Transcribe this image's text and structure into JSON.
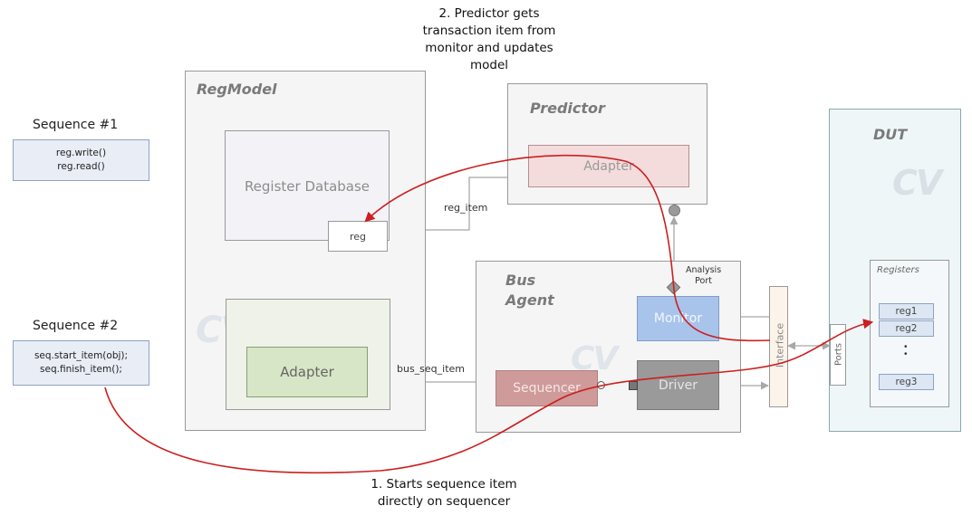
{
  "notes": {
    "top": [
      "2. Predictor gets",
      "transaction item from",
      "monitor and updates",
      "model"
    ],
    "bottom": [
      "1. Starts sequence item",
      "directly on sequencer"
    ]
  },
  "sequence1": {
    "label": "Sequence #1",
    "lines": [
      "reg.write()",
      "reg.read()"
    ]
  },
  "sequence2": {
    "label": "Sequence #2",
    "lines": [
      "seq.start_item(obj);",
      "seq.finish_item();"
    ]
  },
  "regmodel": {
    "title": "RegModel",
    "register_database": "Register Database",
    "reg": "reg",
    "adapter": "Adapter"
  },
  "predictor": {
    "title": "Predictor",
    "adapter": "Adapter"
  },
  "bus_agent": {
    "title_line1": "Bus",
    "title_line2": "Agent",
    "monitor": "Monitor",
    "sequencer": "Sequencer",
    "driver": "Driver",
    "analysis_port_line1": "Analysis",
    "analysis_port_line2": "Port"
  },
  "interface": "Interface",
  "ports": "Ports",
  "dut": {
    "title": "DUT",
    "registers_title": "Registers",
    "reg1": "reg1",
    "reg2": "reg2",
    "reg3": "reg3",
    "ellipsis": "•\n•"
  },
  "labels": {
    "reg_item": "reg_item",
    "bus_seq_item": "bus_seq_item"
  },
  "watermark": "CV",
  "colors": {
    "red_arrow": "#cc1f1f",
    "gray_arrow": "#a8a8a8",
    "monitor": "#a9c4ea",
    "sequencer": "#cf9a9a",
    "driver": "#9a9a9a",
    "adapter_green": "#d7e6c7",
    "predictor_adapter": "#f4dcdc",
    "dut_bg": "#eef6f8"
  }
}
